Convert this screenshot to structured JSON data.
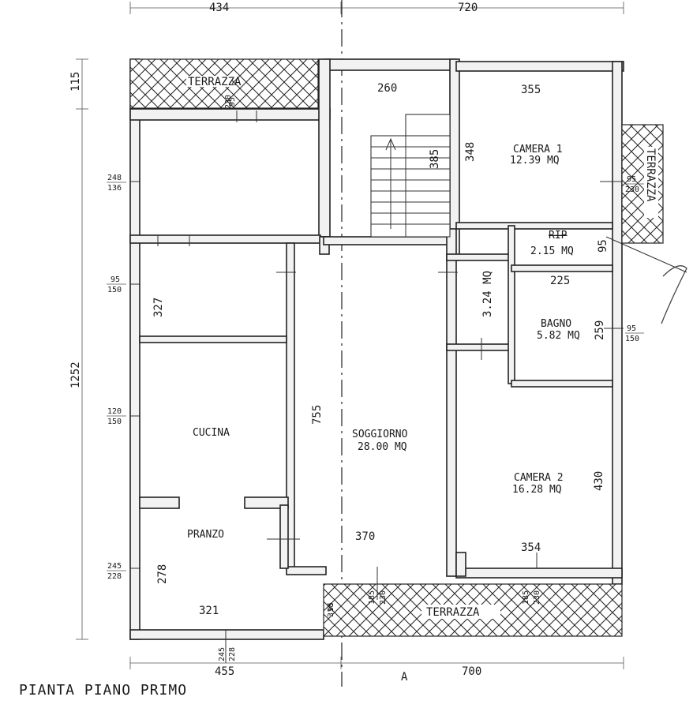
{
  "title": "PIANTA PIANO PRIMO",
  "section_marker": "A",
  "dimensions": {
    "top_left": "434",
    "top_right": "720",
    "left_top": "115",
    "left_total": "1252",
    "bottom_left": "455",
    "bottom_right": "700",
    "stair_width": "260",
    "stair_run": "385",
    "stair_height": "348",
    "camera1_width": "355",
    "rip_side": "95",
    "bagno_width": "225",
    "bagno_height": "259",
    "corridor_height": "3.24 MQ",
    "soggiorno_height": "755",
    "soggiorno_width": "370",
    "camera2_height": "430",
    "camera2_width": "354",
    "room_left_height": "327",
    "pranzo_height": "278",
    "pranzo_width": "321"
  },
  "windows": {
    "w1": [
      "248",
      "136"
    ],
    "w2": [
      "95",
      "150"
    ],
    "w3": [
      "120",
      "150"
    ],
    "w4": [
      "245",
      "228"
    ],
    "w5": [
      "95",
      "230"
    ],
    "w6": [
      "95",
      "150"
    ],
    "top_door": [
      "95",
      "230"
    ],
    "bottom_door_left": [
      "245",
      "228"
    ],
    "bottom_door_mid": [
      "185",
      "230"
    ],
    "bottom_door_right": [
      "185",
      "230"
    ],
    "bottom_small": [
      "95",
      "310"
    ]
  },
  "rooms": {
    "terrazza_top": "TERRAZZA",
    "terrazza_right": "TERRAZZA",
    "terrazza_bottom": "TERRAZZA",
    "camera1_name": "CAMERA 1",
    "camera1_area": "12.39 MQ",
    "rip_name": "RIP",
    "rip_area": "2.15 MQ",
    "bagno_name": "BAGNO",
    "bagno_area": "5.82 MQ",
    "soggiorno_name": "SOGGIORNO",
    "soggiorno_area": "28.00 MQ",
    "cucina_name": "CUCINA",
    "pranzo_name": "PRANZO",
    "camera2_name": "CAMERA 2",
    "camera2_area": "16.28 MQ"
  }
}
